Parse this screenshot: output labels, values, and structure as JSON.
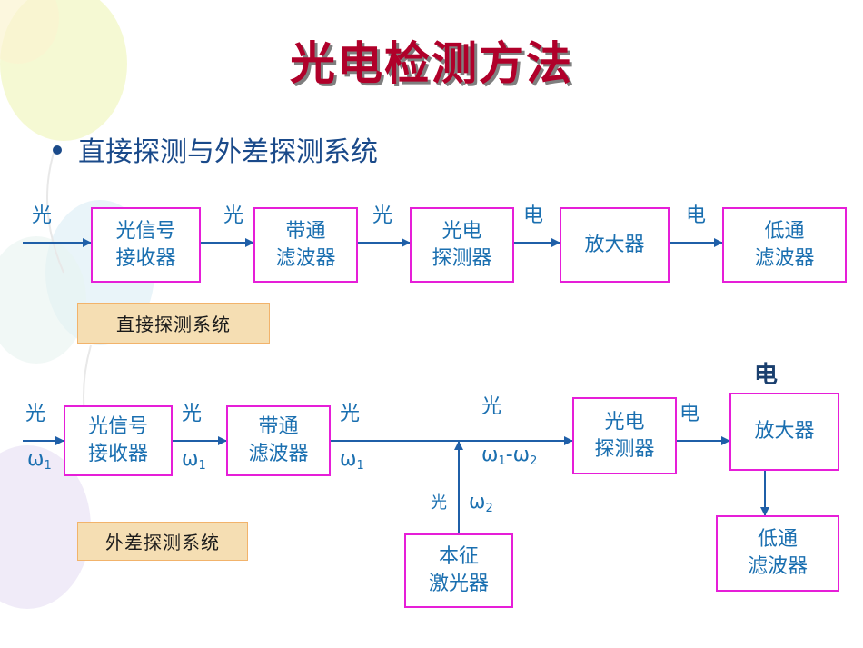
{
  "title": "光电检测方法",
  "bullet": "直接探测与外差探测系统",
  "colors": {
    "title": "#b0002a",
    "box_border": "#e61ed8",
    "text": "#1a6fb0",
    "arrow": "#1f5fa8",
    "caption_bg": "#f5deb3"
  },
  "direct": {
    "caption": "直接探测系统",
    "boxes": [
      "光信号\n接收器",
      "带通\n滤波器",
      "光电\n探测器",
      "放大器",
      "低通\n滤波器"
    ],
    "labels": [
      "光",
      "光",
      "光",
      "电",
      "电"
    ]
  },
  "heterodyne": {
    "caption": "外差探测系统",
    "boxes": {
      "receiver": "光信号\n接收器",
      "bandpass": "带通\n滤波器",
      "detector": "光电\n探测器",
      "amplifier": "放大器",
      "lowpass": "低通\n滤波器",
      "local_laser": "本征\n激光器"
    },
    "labels": {
      "in_light": "光",
      "in_omega": "ω",
      "in_omega_sub": "1",
      "mid_light": "光",
      "mid_omega": "ω",
      "mid_omega_sub": "1",
      "out_light": "光",
      "out_omega": "ω",
      "out_omega_sub": "1",
      "mix_light": "光",
      "mix_a": "ω",
      "mix_a_sub": "1",
      "mix_dash": "-ω",
      "mix_b_sub": "2",
      "lo_light": "光",
      "lo_omega": "ω",
      "lo_omega_sub": "2",
      "elec": "电",
      "bold_elec": "电"
    }
  }
}
